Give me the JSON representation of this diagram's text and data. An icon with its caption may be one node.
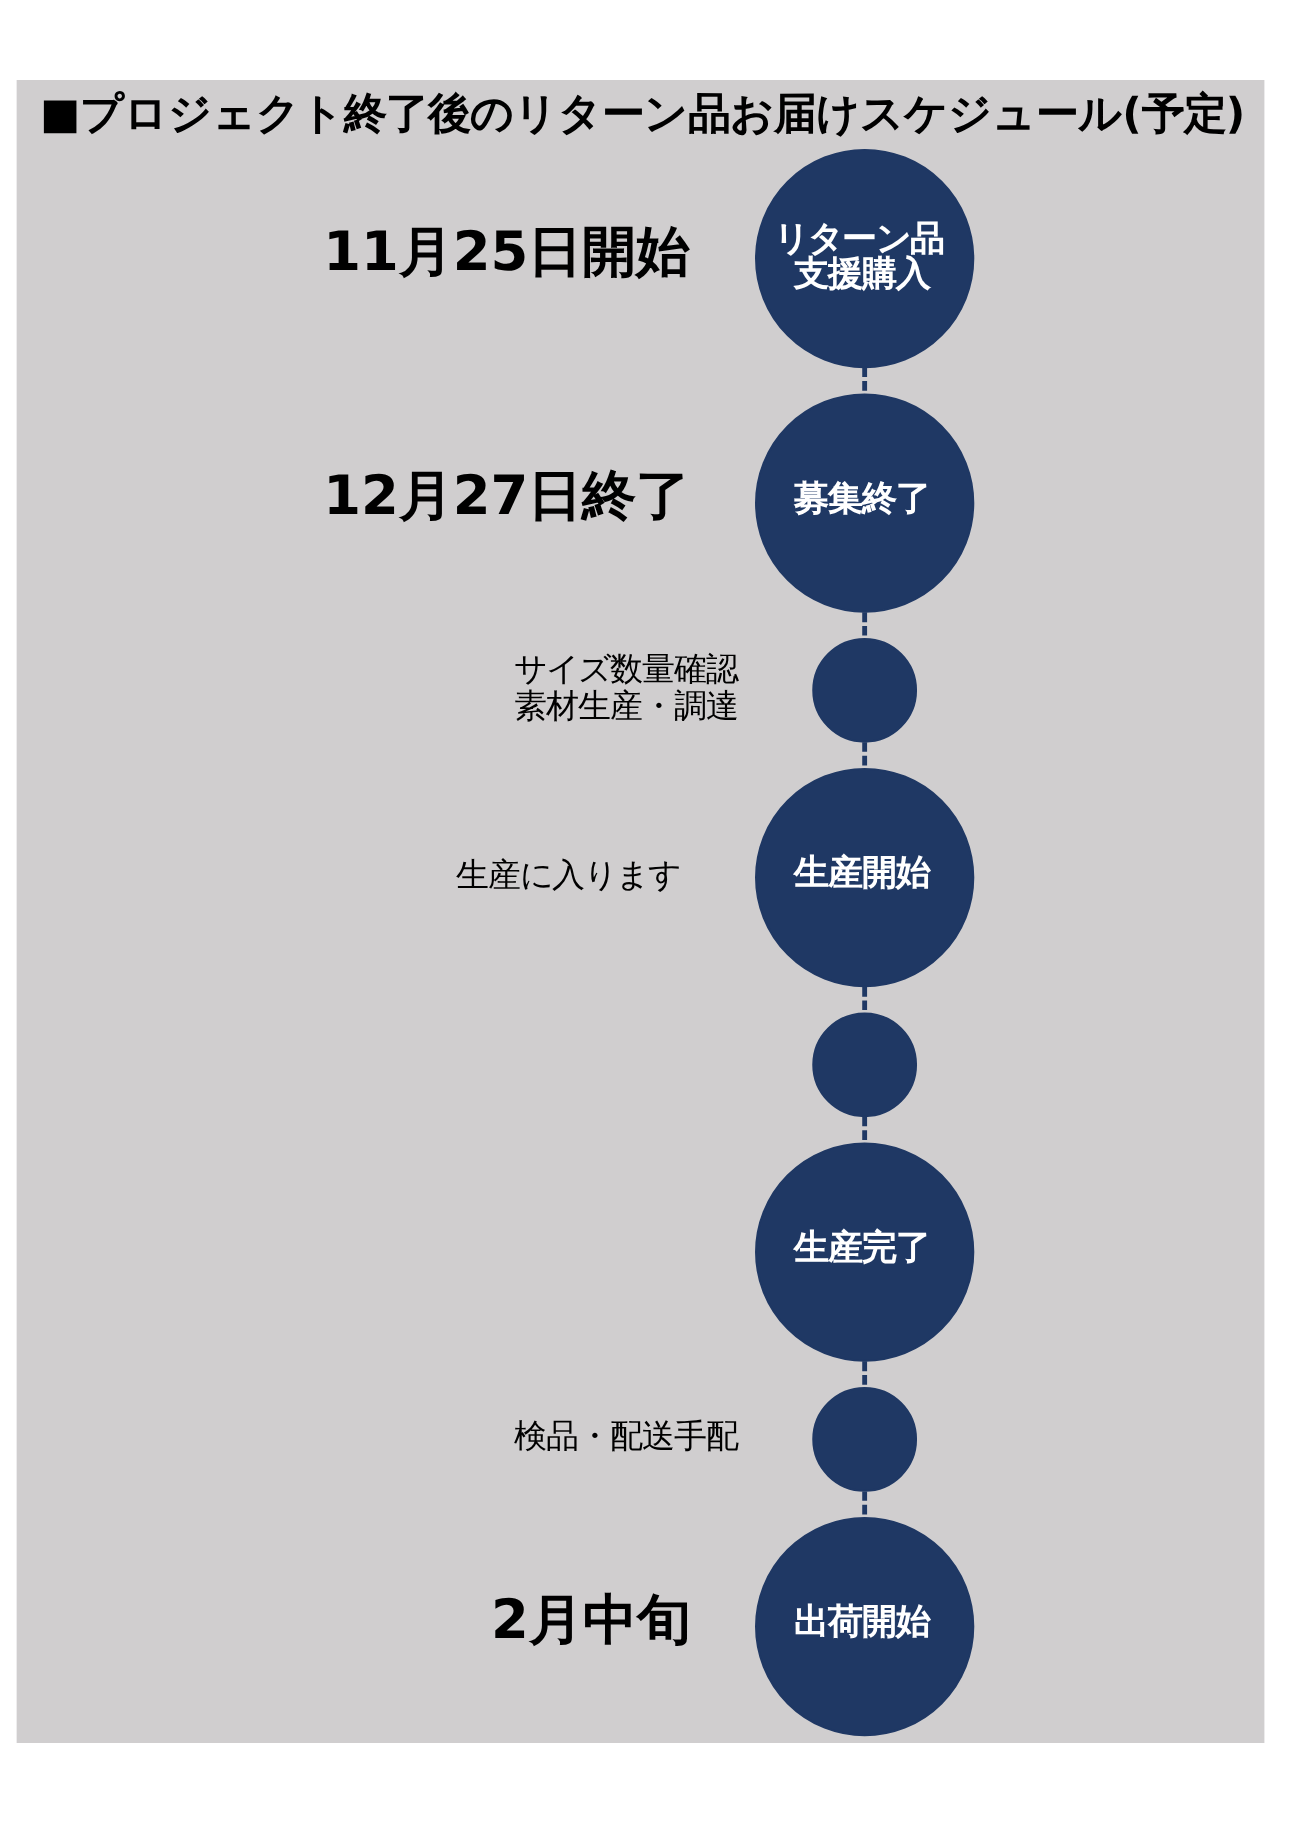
{
  "diagram": {
    "title": "■プロジェクト終了後のリターン品お届けスケジュール(予定)",
    "nodes": [
      {
        "text": [
          "リターン品支援購入"
        ],
        "beside": [
          "11月25日開始"
        ]
      },
      {
        "text": [
          "募集終了"
        ],
        "beside": [
          "12月27日終了"
        ]
      },
      {
        "text": [],
        "shape": "circle",
        "beside": [
          "サイズ数量確認",
          "素材生産・調達"
        ]
      },
      {
        "text": [
          "生産開始"
        ],
        "beside": [
          "生産に入ります"
        ]
      },
      {
        "text": [],
        "shape": "circle"
      },
      {
        "text": [
          "生産完了"
        ]
      },
      {
        "text": [],
        "shape": "circle",
        "beside": [
          "検品・配送手配"
        ]
      },
      {
        "text": [
          "出荷開始"
        ],
        "beside": [
          "2月中旬"
        ]
      }
    ],
    "edges": [
      {
        "from": 0,
        "to": 1,
        "arrow": "none",
        "style": "dashed"
      },
      {
        "from": 1,
        "to": 2,
        "arrow": "none",
        "style": "dashed"
      },
      {
        "from": 2,
        "to": 3,
        "arrow": "none",
        "style": "dashed"
      },
      {
        "from": 3,
        "to": 4,
        "arrow": "none",
        "style": "dashed"
      },
      {
        "from": 4,
        "to": 5,
        "arrow": "none",
        "style": "dashed"
      },
      {
        "from": 5,
        "to": 6,
        "arrow": "none",
        "style": "dashed"
      },
      {
        "from": 6,
        "to": 7,
        "arrow": "none",
        "style": "dashed"
      }
    ]
  }
}
